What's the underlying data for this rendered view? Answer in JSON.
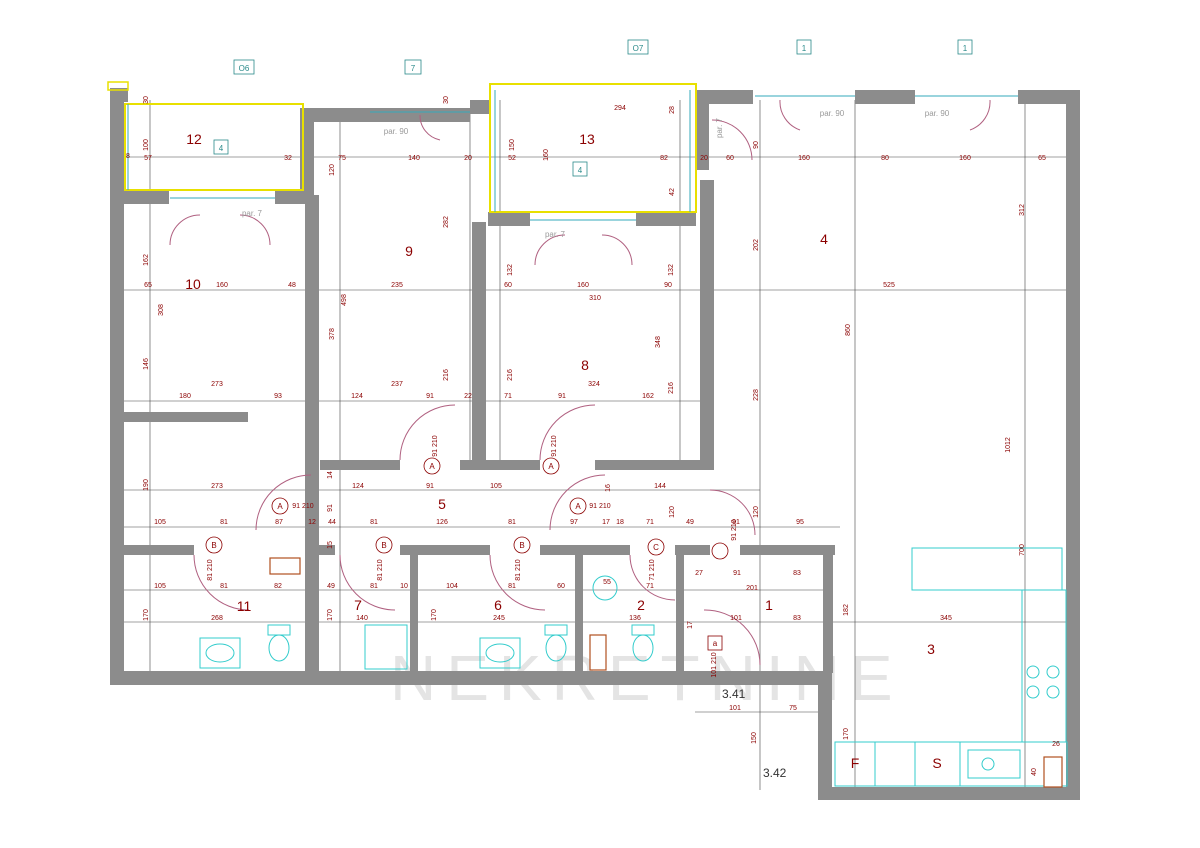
{
  "plan": {
    "rooms": {
      "r1": "1",
      "r2": "2",
      "r3": "3",
      "r4": "4",
      "r5": "5",
      "r6": "6",
      "r7": "7",
      "r8": "8",
      "r9": "9",
      "r10": "10",
      "r11": "11",
      "r12": "12",
      "r13": "13"
    },
    "watermark": "NEKRETNINE",
    "levels": {
      "l341": "3.41",
      "l342": "3.42"
    },
    "window_tags": {
      "t06": "O6",
      "t07": "O7",
      "t7": "7",
      "t1a": "1",
      "t1b": "1",
      "t4a": "4",
      "t4b": "4"
    },
    "door_types": {
      "dA1": "A",
      "dA2": "A",
      "dA3": "A",
      "dA4": "A",
      "dB1": "B",
      "dB2": "B",
      "dB3": "B",
      "dC": "C",
      "da": "a"
    },
    "door_sizes": {
      "s91_210": "91 210",
      "s81_210": "81 210",
      "s71_210": "71 210",
      "s101_210": "101 210"
    },
    "par": {
      "p90": "par. 90",
      "p7": "par. 7"
    },
    "fixtures": {
      "fridge": "F",
      "stove": "S"
    },
    "dims": {
      "d30": "30",
      "d57": "57",
      "d32": "32",
      "d8": "8",
      "d100": "100",
      "d75": "75",
      "d140": "140",
      "d20": "20",
      "d120": "120",
      "d294": "294",
      "d52": "52",
      "d150": "150",
      "d160": "160",
      "d82": "82",
      "d28": "28",
      "d42": "42",
      "d60": "60",
      "d90": "90",
      "d80": "80",
      "d65": "65",
      "d312": "312",
      "d162": "162",
      "d48": "48",
      "d235": "235",
      "d282": "282",
      "d202": "202",
      "d310": "310",
      "d132": "132",
      "d525": "525",
      "d308": "308",
      "d498": "498",
      "d378": "378",
      "d860": "860",
      "d348": "348",
      "d146": "146",
      "d273": "273",
      "d237": "237",
      "d216": "216",
      "d324": "324",
      "d228": "228",
      "d180": "180",
      "d93": "93",
      "d124": "124",
      "d91": "91",
      "d22": "22",
      "d71": "71",
      "d1012": "1012",
      "d190": "190",
      "d105": "105",
      "d144": "144",
      "d81": "81",
      "d87": "87",
      "d12": "12",
      "d126": "126",
      "d97": "97",
      "d17": "17",
      "d18": "18",
      "d49": "49",
      "d95": "95",
      "d44": "44",
      "d15": "15",
      "d700": "700",
      "d27": "27",
      "d83": "83",
      "d104": "104",
      "d10": "10",
      "d201": "201",
      "d170": "170",
      "d268": "268",
      "d245": "245",
      "d136": "136",
      "d101": "101",
      "d182": "182",
      "d345": "345",
      "d26": "26",
      "d40": "40",
      "d55": "55",
      "d14": "14",
      "d16": "16"
    }
  }
}
